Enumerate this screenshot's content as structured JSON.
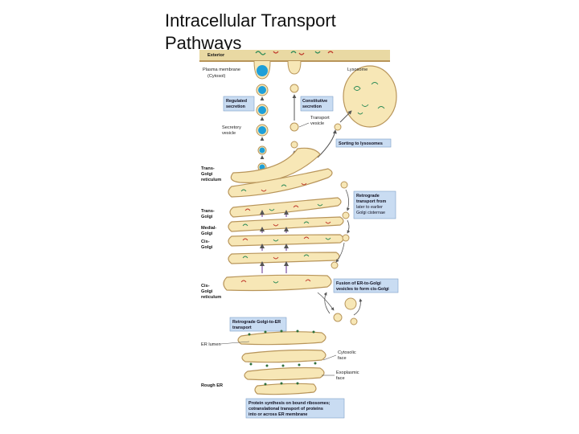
{
  "slide": {
    "title_line1": "Intracellular Transport",
    "title_line2": "Pathways"
  },
  "figure": {
    "exterior": "Exterior",
    "plasma_membrane": "Plasma membrane",
    "cytosol": "(Cytosol)",
    "lysosome": "Lysosome",
    "regulated_secretion_1": "Regulated",
    "regulated_secretion_2": "secretion",
    "constitutive_secretion_1": "Constitutive",
    "constitutive_secretion_2": "secretion",
    "transport_vesicle_1": "Transport",
    "transport_vesicle_2": "vesicle",
    "secretory_vesicle_1": "Secretory",
    "secretory_vesicle_2": "vesicle",
    "sorting_to_lysosomes": "Sorting to lysosomes",
    "trans_golgi_reticulum_1": "Trans-",
    "trans_golgi_reticulum_2": "Golgi",
    "trans_golgi_reticulum_3": "reticulum",
    "trans_golgi_1": "Trans-",
    "trans_golgi_2": "Golgi",
    "medial_golgi_1": "Medial-",
    "medial_golgi_2": "Golgi",
    "cis_golgi_1": "Cis-",
    "cis_golgi_2": "Golgi",
    "retrograde_later_1": "Retrograde",
    "retrograde_later_2": "transport from",
    "retrograde_later_3": "later to earlier",
    "retrograde_later_4": "Golgi cisternae",
    "cis_golgi_reticulum_1": "Cis-",
    "cis_golgi_reticulum_2": "Golgi",
    "cis_golgi_reticulum_3": "reticulum",
    "fusion_1": "Fusion of ER-to-Golgi",
    "fusion_2": "vesicles to form cis-Golgi",
    "retrograde_golgi_er_1": "Retrograde Golgi-to-ER",
    "retrograde_golgi_er_2": "transport",
    "er_lumen": "ER lumen",
    "cytosolic_face_1": "Cytosolic",
    "cytosolic_face_2": "face",
    "exoplasmic_face_1": "Exoplasmic",
    "exoplasmic_face_2": "face",
    "rough_er": "Rough ER",
    "protein_synthesis_1": "Protein synthesis on bound ribosomes;",
    "protein_synthesis_2": "cotranslational transport of proteins",
    "protein_synthesis_3": "into or across ER membrane"
  },
  "colors": {
    "cisterna_fill": "#f7e7b6",
    "cisterna_stroke": "#b8955a",
    "label_box_fill": "#c9dcf2",
    "label_box_stroke": "#7fa1c8",
    "regulated_vesicle": "#1f9fd8",
    "arrow": "#555555",
    "cargo_red": "#c0392b",
    "cargo_green": "#2e8b57",
    "exterior_band": "#e9d9a3"
  }
}
